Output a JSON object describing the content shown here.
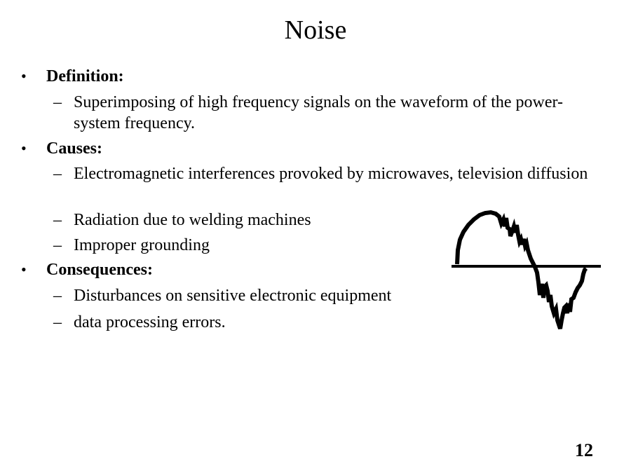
{
  "slide": {
    "title": "Noise",
    "page_number": "12",
    "sections": [
      {
        "heading": "Definition:",
        "items": [
          "Superimposing of high frequency signals on the waveform of the power-system frequency."
        ]
      },
      {
        "heading": "Causes:",
        "items": [
          "Electromagnetic interferences provoked by microwaves, television diffusion",
          "Radiation due to welding machines",
          "Improper grounding"
        ]
      },
      {
        "heading": "Consequences:",
        "items": [
          "Disturbances on sensitive electronic equipment",
          "data processing errors."
        ]
      }
    ],
    "bullet_glyph": "•",
    "sub_bullet_glyph": "–",
    "figure": {
      "icon": "noisy-sine-waveform-icon",
      "description": "Sine wave with superimposed high-frequency noise crossing a horizontal axis"
    }
  }
}
